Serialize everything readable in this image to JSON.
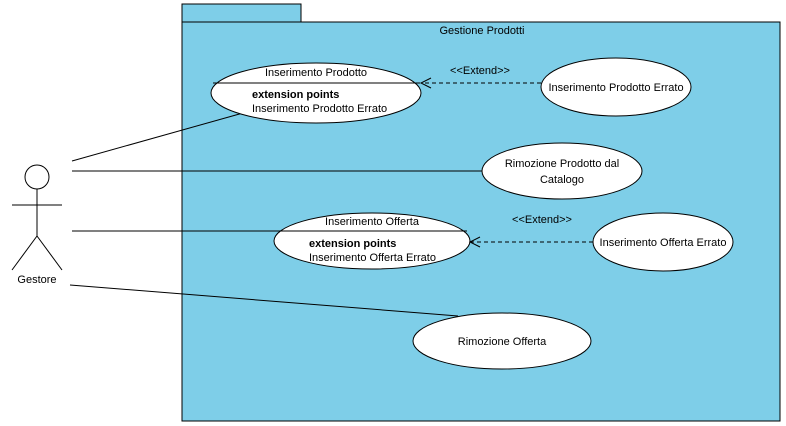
{
  "package": {
    "title": "Gestione Prodotti",
    "fill": "#7ECEE8",
    "stroke": "#000000"
  },
  "actor": {
    "name": "Gestore"
  },
  "use_cases": {
    "inserimento_prodotto": {
      "title": "Inserimento Prodotto",
      "ext_heading": "extension points",
      "ext_point": "Inserimento Prodotto Errato"
    },
    "inserimento_prodotto_errato": {
      "label": "Inserimento Prodotto Errato"
    },
    "rimozione_prodotto": {
      "line1": "Rimozione Prodotto dal",
      "line2": "Catalogo"
    },
    "inserimento_offerta": {
      "title": "Inserimento Offerta",
      "ext_heading": "extension points",
      "ext_point": "Inserimento Offerta Errato"
    },
    "inserimento_offerta_errato": {
      "label": "Inserimento Offerta Errato"
    },
    "rimozione_offerta": {
      "label": "Rimozione Offerta"
    }
  },
  "relations": {
    "extend_1": "<<Extend>>",
    "extend_2": "<<Extend>>"
  },
  "colors": {
    "ellipse_fill": "#ffffff",
    "line": "#000000"
  }
}
